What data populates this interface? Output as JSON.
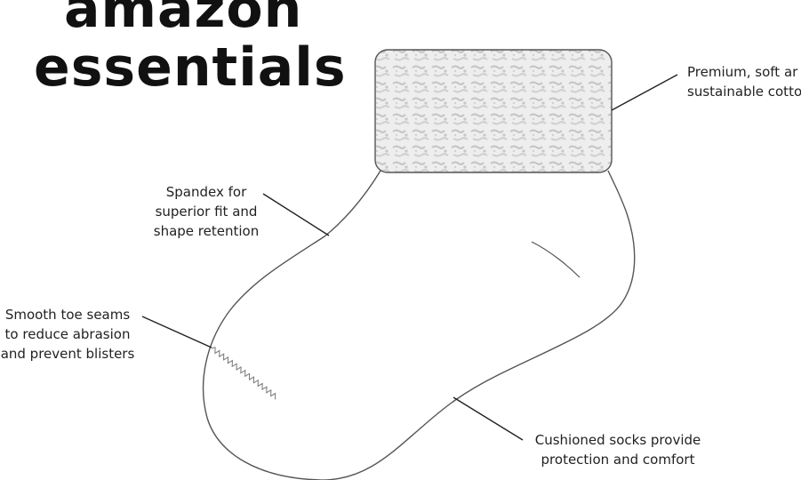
{
  "brand": {
    "line1": "amazon",
    "line2": "essentials"
  },
  "callouts": {
    "premium": [
      "Premium, soft ar",
      "sustainable cotto"
    ],
    "spandex": [
      "Spandex for",
      "superior fit and",
      "shape retention"
    ],
    "toe": [
      "Smooth toe seams",
      "to reduce abrasion",
      "and prevent blisters"
    ],
    "cushion": [
      "Cushioned socks provide",
      "protection and comfort"
    ]
  },
  "illustration": {
    "name": "sock",
    "cuff_pattern": "gray-textured-cotton"
  },
  "colors": {
    "outline": "#555555",
    "cuff_fill": "#dcdcdc",
    "text": "#222222"
  }
}
